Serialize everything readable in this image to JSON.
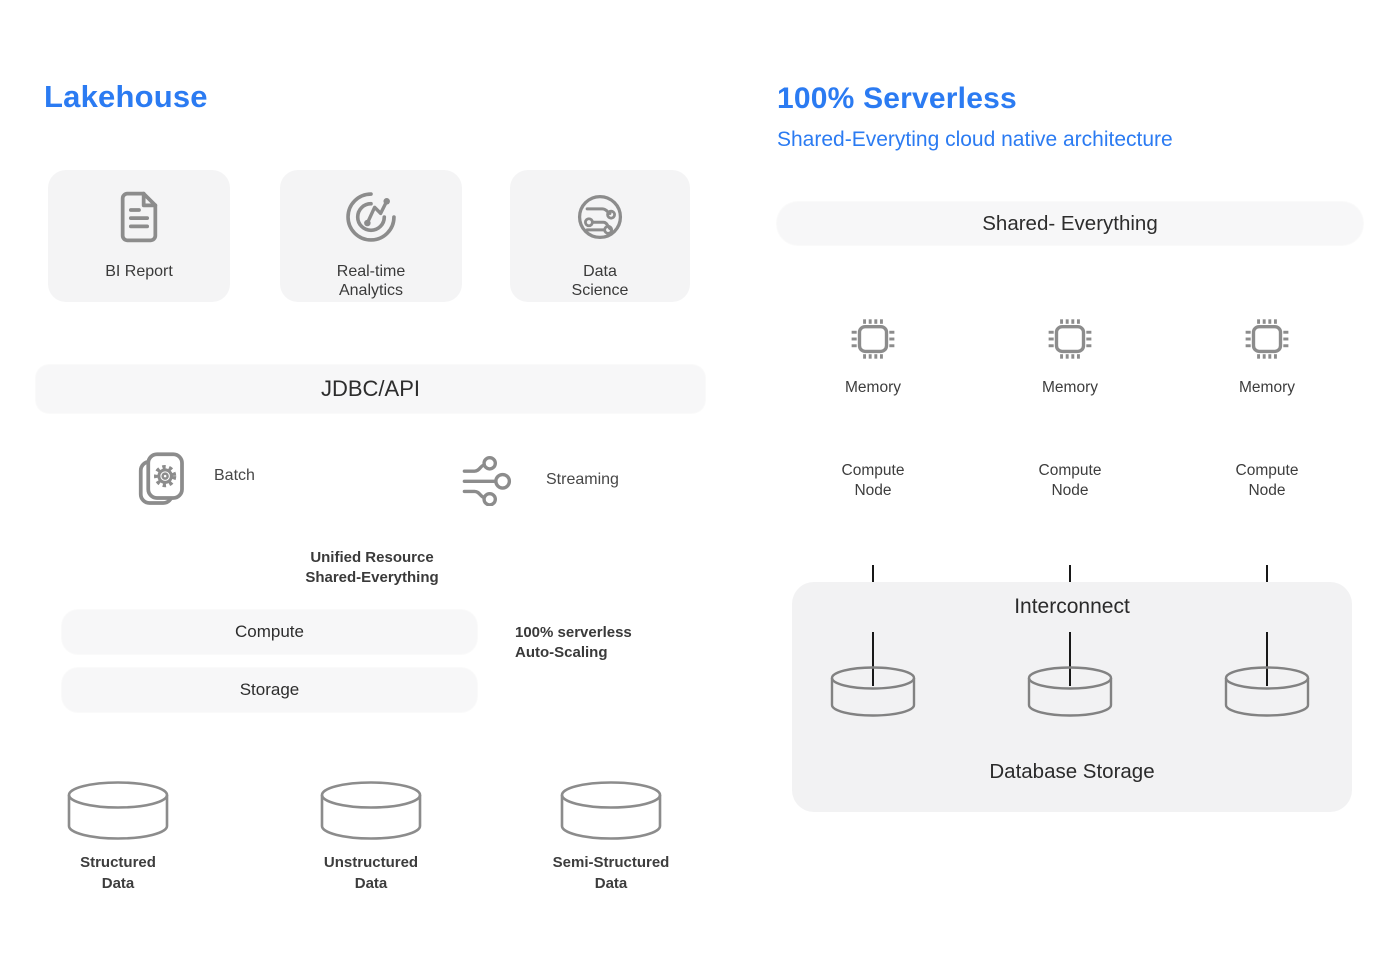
{
  "left": {
    "title": "Lakehouse",
    "cards": [
      {
        "icon": "document-icon",
        "lines": [
          "BI Report"
        ]
      },
      {
        "icon": "realtime-analytics-icon",
        "lines": [
          "Real-time",
          "Analytics"
        ]
      },
      {
        "icon": "data-science-icon",
        "lines": [
          "Data",
          "Science"
        ]
      }
    ],
    "jdbc_label": "JDBC/API",
    "batch_label": "Batch",
    "streaming_label": "Streaming",
    "unified_note": {
      "lines": [
        "Unified Resource",
        "Shared-Everything"
      ]
    },
    "compute_label": "Compute",
    "storage_label": "Storage",
    "scaling_note": {
      "lines": [
        "100% serverless",
        "Auto-Scaling"
      ]
    },
    "datasets": [
      {
        "icon": "database-cylinder-icon",
        "lines": [
          "Structured",
          "Data"
        ]
      },
      {
        "icon": "database-cylinder-icon",
        "lines": [
          "Unstructured",
          "Data"
        ]
      },
      {
        "icon": "database-cylinder-icon",
        "lines": [
          "Semi-Structured",
          "Data"
        ]
      }
    ]
  },
  "right": {
    "title": "100% Serverless",
    "subtitle": "Shared-Everyting cloud native architecture",
    "shared_label": "Shared- Everything",
    "nodes": [
      {
        "icon": "chip-icon",
        "memory_label": "Memory",
        "node_lines": [
          "Compute",
          "Node"
        ]
      },
      {
        "icon": "chip-icon",
        "memory_label": "Memory",
        "node_lines": [
          "Compute",
          "Node"
        ]
      },
      {
        "icon": "chip-icon",
        "memory_label": "Memory",
        "node_lines": [
          "Compute",
          "Node"
        ]
      }
    ],
    "storage_card": {
      "title": "Interconnect",
      "label": "Database Storage"
    }
  },
  "colors": {
    "accent_blue": "#2b7bf2",
    "icon_gray": "#8c8c8c",
    "text_dark": "#2d2d2d",
    "label_gray": "#3d3d3d",
    "panel_bg": "#f4f4f5",
    "bar_bg": "#f7f7f8",
    "big_card_bg": "#f2f2f3",
    "connector_line": "#181818"
  }
}
